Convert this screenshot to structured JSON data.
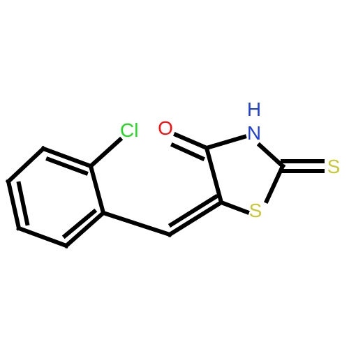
{
  "molecule": {
    "atoms": {
      "cl": {
        "text": "Cl",
        "color": "#1fdc1f"
      },
      "o": {
        "text": "O",
        "color": "#ff0d0d"
      },
      "h": {
        "text": "H",
        "color": "#1f3fdc"
      },
      "n": {
        "text": "N",
        "color": "#1f3fdc"
      },
      "s_ring": {
        "text": "S",
        "color": "#c8c832"
      },
      "s_thione": {
        "text": "S",
        "color": "#c8c832"
      }
    },
    "bond_color": "#000000"
  }
}
